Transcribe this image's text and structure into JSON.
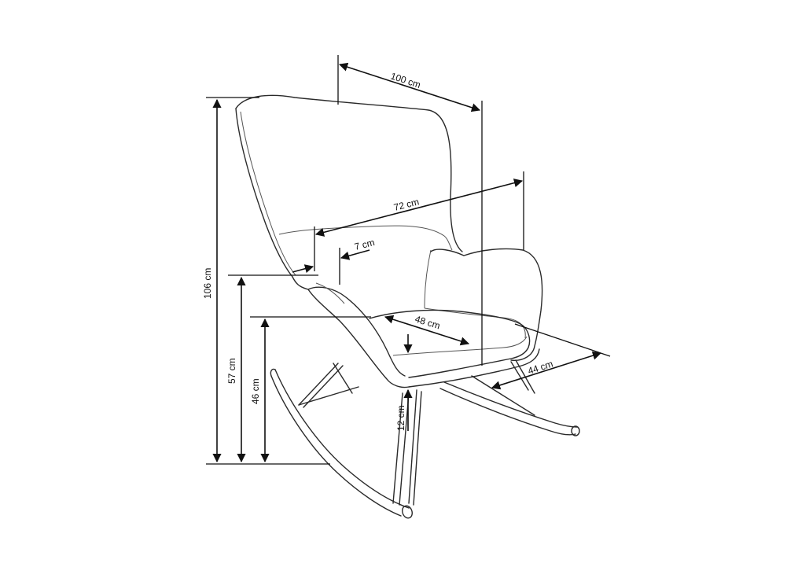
{
  "dimensions": {
    "width": "100 cm",
    "inner_width": "72 cm",
    "armrest": "7 cm",
    "seat_width": "48 cm",
    "seat_depth": "44 cm",
    "total_height": "106 cm",
    "armrest_height": "57 cm",
    "seat_height": "46 cm",
    "seat_thickness": "12 cm"
  },
  "colors": {
    "line": "#2a2a2a",
    "dimension": "#111111",
    "background": "#ffffff"
  }
}
